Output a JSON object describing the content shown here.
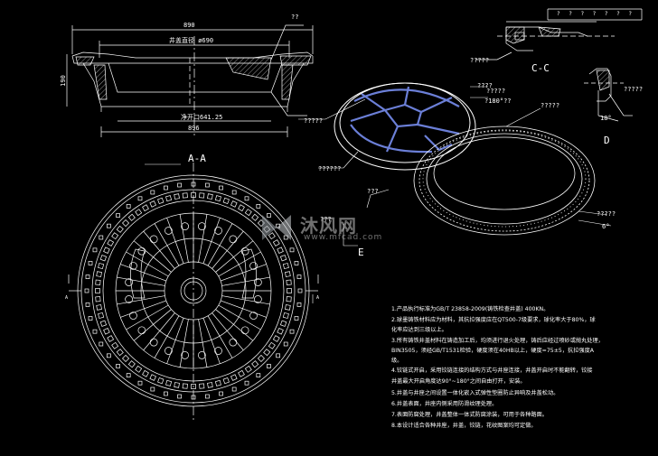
{
  "dims": {
    "width_top": "890",
    "inner_dia": "井盖直径 ø690",
    "height": "190",
    "net_opening": "净开口641.25",
    "width_bottom": "896",
    "top_mark": "??"
  },
  "labels": {
    "section_aa": "A-A",
    "section_cc": "C-C",
    "detail_d": "D",
    "detail_e": "E",
    "marker_a_left": "A",
    "marker_a_right": "A",
    "angle": "18°",
    "angle_6": "6°"
  },
  "callouts": {
    "c1": "?????",
    "c2": "????",
    "c3": "?????",
    "c4": "?????",
    "c5": "?180°??",
    "c6": "?????",
    "c7": "??????",
    "c8": "???",
    "c9": "?????",
    "c10": "???",
    "c11": "?????"
  },
  "title_block": "? ? ? ? ? ? ?",
  "notes": [
    "1.产品执行标准为GB/T 23858-2009(铸铁检查井盖)  400KN。",
    "2.球墨铸铁材料应为材料，其抗拉强度应在QT500-7级要求，球化率大于80%，球",
    "化率应达到三级以上。",
    "3.所有铸铁井盖材料在铸造加工后，均须进行退火处理，铸后应经过喷砂或抛丸处理，",
    "BIN3505，须经GB/T1531检验，硬度须在40HB以上，硬度=75±5，抗拉强度A",
    "级。",
    "4.铰链式开启，采用铰链连接的结构方式与井座连接，井盖开启时不能翻转，铰接",
    "井盖最大开启角度达90°~180°之间自由打开，安装。",
    "5.井盖与井座之间设置一体化嵌入式弹性垫圈防止异响及井盖松动。",
    "6.井盖表面，井座内侧采用防滑纹理处理。",
    "7.表面防腐处理，井盖整体一体式防腐涂装，可用于各种路面。",
    "8.本设计适合各种井座，井盖，铰链，花纹图案均可定做。"
  ],
  "watermark": {
    "brand": "沐风网",
    "url": "www.mfcad.com"
  }
}
